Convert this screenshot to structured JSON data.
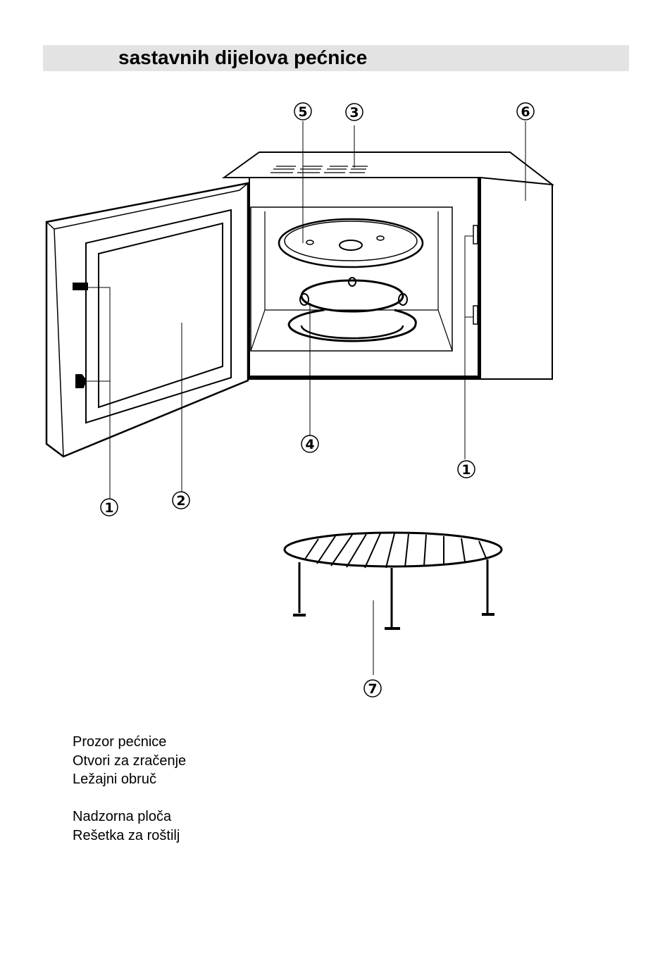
{
  "title": "sastavnih dijelova pećnice",
  "callouts": {
    "c1_left": "1",
    "c1_right": "1",
    "c2": "2",
    "c3": "3",
    "c4": "4",
    "c5": "5",
    "c6": "6",
    "c7": "7"
  },
  "parts": [
    "Prozor pećnice",
    "Otvori za zračenje",
    "Ležajni obruč",
    "Nadzorna ploča",
    "Rešetka za roštilj"
  ]
}
